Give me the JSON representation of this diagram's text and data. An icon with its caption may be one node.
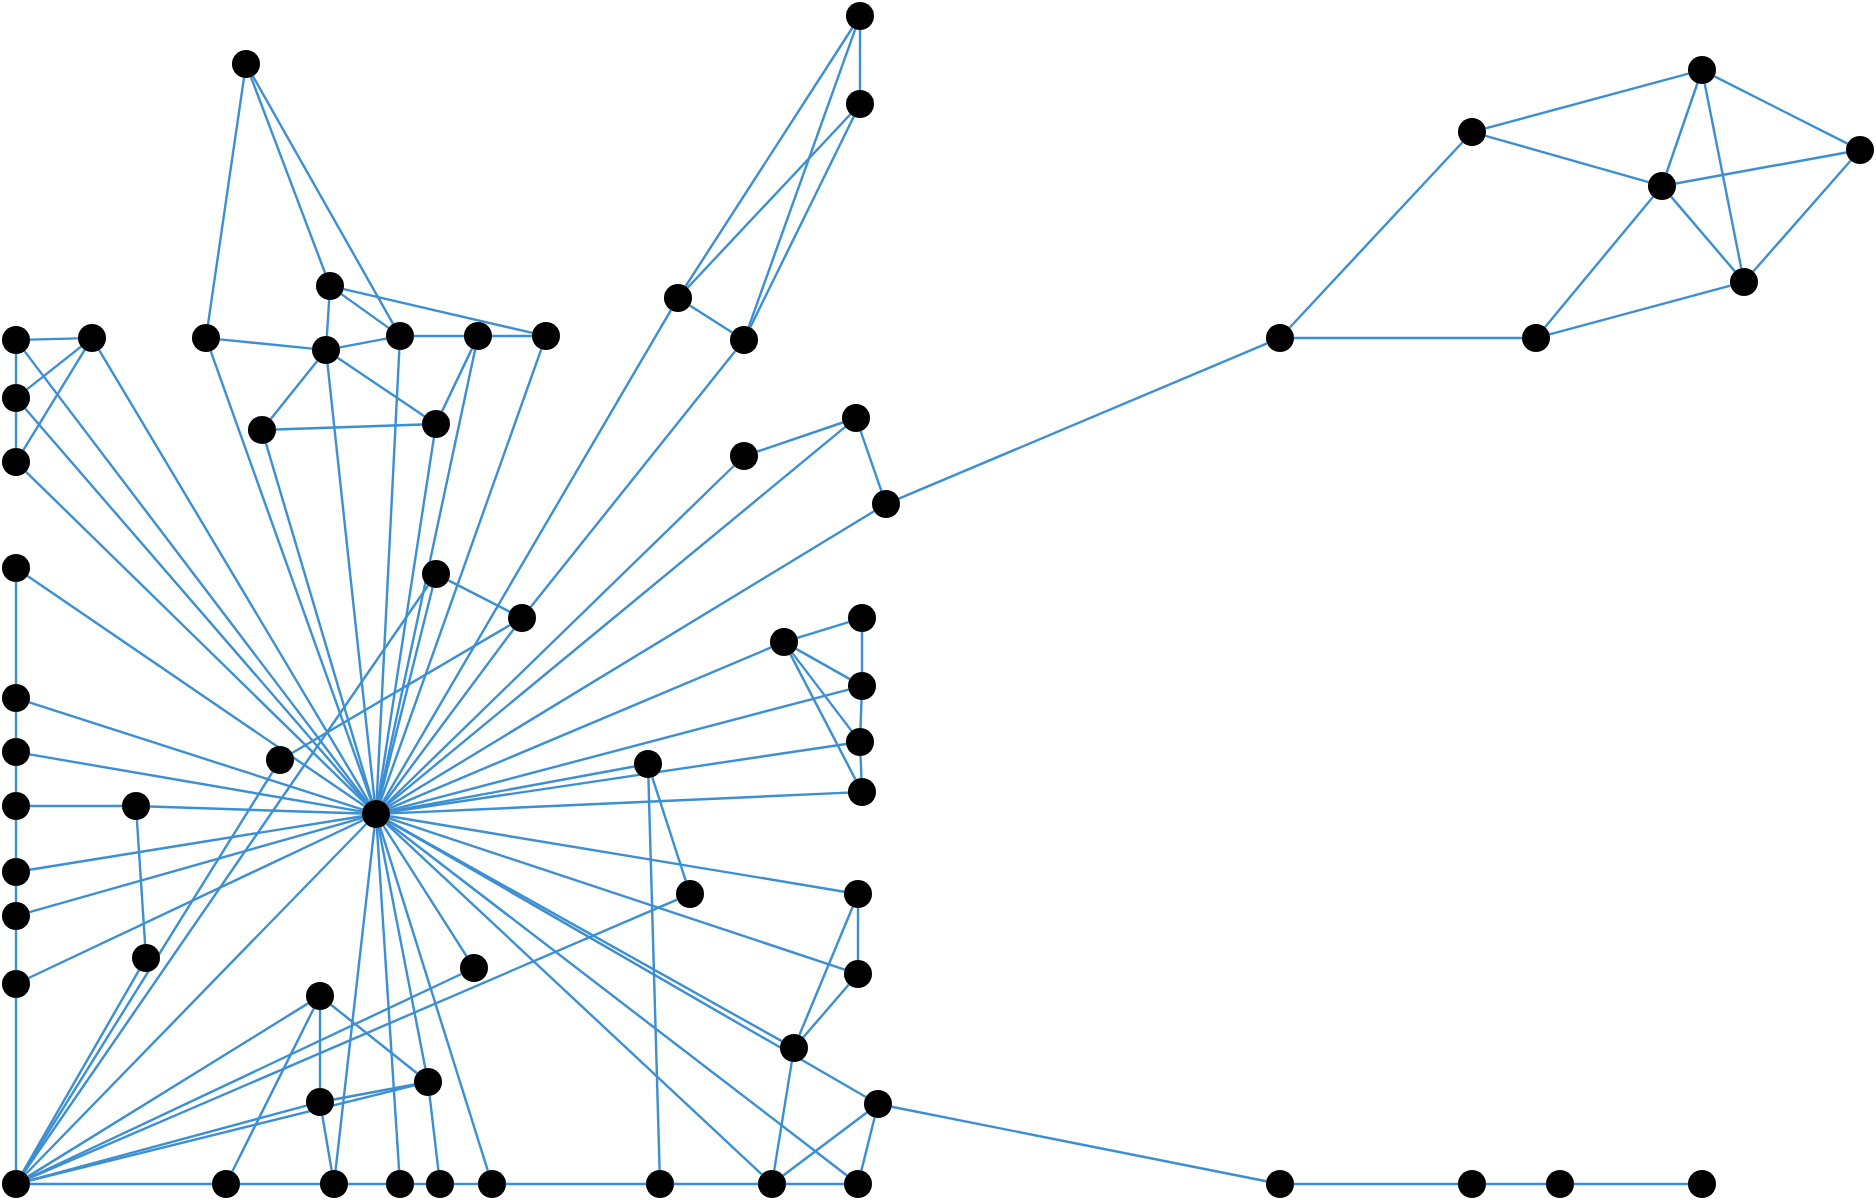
{
  "diagram": {
    "nodes": [
      {
        "text": [],
        "shape": "circle"
      },
      {
        "text": [],
        "shape": "circle"
      },
      {
        "text": [],
        "shape": "circle"
      },
      {
        "text": [],
        "shape": "circle"
      },
      {
        "text": [],
        "shape": "circle"
      },
      {
        "text": [],
        "shape": "circle"
      },
      {
        "text": [],
        "shape": "circle"
      },
      {
        "text": [],
        "shape": "circle"
      },
      {
        "text": [],
        "shape": "circle"
      },
      {
        "text": [],
        "shape": "circle"
      },
      {
        "text": [],
        "shape": "circle"
      },
      {
        "text": [],
        "shape": "circle"
      },
      {
        "text": [],
        "shape": "circle"
      },
      {
        "text": [],
        "shape": "circle"
      },
      {
        "text": [],
        "shape": "circle"
      },
      {
        "text": [],
        "shape": "circle"
      },
      {
        "text": [],
        "shape": "circle"
      },
      {
        "text": [],
        "shape": "circle"
      },
      {
        "text": [],
        "shape": "circle"
      },
      {
        "text": [],
        "shape": "circle"
      },
      {
        "text": [],
        "shape": "circle"
      },
      {
        "text": [],
        "shape": "circle"
      },
      {
        "text": [],
        "shape": "circle"
      },
      {
        "text": [],
        "shape": "circle"
      },
      {
        "text": [],
        "shape": "circle"
      },
      {
        "text": [],
        "shape": "circle"
      },
      {
        "text": [],
        "shape": "circle"
      },
      {
        "text": [],
        "shape": "circle"
      },
      {
        "text": [],
        "shape": "circle"
      },
      {
        "text": [],
        "shape": "circle"
      },
      {
        "text": [],
        "shape": "circle"
      },
      {
        "text": [],
        "shape": "circle"
      },
      {
        "text": [],
        "shape": "circle"
      },
      {
        "text": [],
        "shape": "circle"
      },
      {
        "text": [],
        "shape": "circle"
      },
      {
        "text": [],
        "shape": "circle"
      },
      {
        "text": [],
        "shape": "circle"
      },
      {
        "text": [],
        "shape": "circle"
      },
      {
        "text": [],
        "shape": "circle"
      },
      {
        "text": [],
        "shape": "circle"
      },
      {
        "text": [],
        "shape": "circle"
      },
      {
        "text": [],
        "shape": "circle"
      },
      {
        "text": [],
        "shape": "circle"
      },
      {
        "text": [],
        "shape": "circle"
      },
      {
        "text": [],
        "shape": "circle"
      },
      {
        "text": [],
        "shape": "circle"
      },
      {
        "text": [],
        "shape": "circle"
      },
      {
        "text": [],
        "shape": "circle"
      },
      {
        "text": [],
        "shape": "circle"
      },
      {
        "text": [],
        "shape": "circle"
      },
      {
        "text": [],
        "shape": "circle"
      },
      {
        "text": [],
        "shape": "circle"
      },
      {
        "text": [],
        "shape": "circle"
      },
      {
        "text": [],
        "shape": "circle"
      },
      {
        "text": [],
        "shape": "circle"
      },
      {
        "text": [],
        "shape": "circle"
      },
      {
        "text": [],
        "shape": "circle"
      },
      {
        "text": [],
        "shape": "circle"
      },
      {
        "text": [],
        "shape": "circle"
      },
      {
        "text": [],
        "shape": "circle"
      },
      {
        "text": [],
        "shape": "circle"
      },
      {
        "text": [],
        "shape": "circle"
      },
      {
        "text": [],
        "shape": "circle"
      },
      {
        "text": [],
        "shape": "circle"
      },
      {
        "text": [],
        "shape": "circle"
      },
      {
        "text": [],
        "shape": "circle"
      },
      {
        "text": [],
        "shape": "circle"
      },
      {
        "text": [],
        "shape": "circle"
      }
    ],
    "edges": [
      {
        "from": 17,
        "to": 4,
        "arrow": "none"
      },
      {
        "from": 17,
        "to": 18,
        "arrow": "none"
      },
      {
        "from": 17,
        "to": 26,
        "arrow": "none"
      },
      {
        "from": 4,
        "to": 2,
        "arrow": "none"
      },
      {
        "from": 4,
        "to": 6,
        "arrow": "none"
      },
      {
        "from": 2,
        "to": 6,
        "arrow": "none"
      },
      {
        "from": 2,
        "to": 7,
        "arrow": "none"
      },
      {
        "from": 2,
        "to": 5,
        "arrow": "none"
      },
      {
        "from": 6,
        "to": 5,
        "arrow": "none"
      },
      {
        "from": 6,
        "to": 7,
        "arrow": "none"
      },
      {
        "from": 6,
        "to": 18,
        "arrow": "none"
      },
      {
        "from": 5,
        "to": 7,
        "arrow": "none"
      },
      {
        "from": 7,
        "to": 18,
        "arrow": "none"
      },
      {
        "from": 0,
        "to": 3,
        "arrow": "none"
      },
      {
        "from": 0,
        "to": 9,
        "arrow": "none"
      },
      {
        "from": 0,
        "to": 16,
        "arrow": "none"
      },
      {
        "from": 3,
        "to": 9,
        "arrow": "none"
      },
      {
        "from": 3,
        "to": 16,
        "arrow": "none"
      },
      {
        "from": 9,
        "to": 16,
        "arrow": "none"
      },
      {
        "from": 9,
        "to": 41,
        "arrow": "none"
      },
      {
        "from": 16,
        "to": 30,
        "arrow": "none"
      },
      {
        "from": 24,
        "to": 21,
        "arrow": "none"
      },
      {
        "from": 21,
        "to": 26,
        "arrow": "none"
      },
      {
        "from": 24,
        "to": 41,
        "arrow": "none"
      },
      {
        "from": 21,
        "to": 41,
        "arrow": "none"
      },
      {
        "from": 26,
        "to": 41,
        "arrow": "none"
      },
      {
        "from": 1,
        "to": 12,
        "arrow": "none"
      },
      {
        "from": 1,
        "to": 8,
        "arrow": "none"
      },
      {
        "from": 1,
        "to": 13,
        "arrow": "none"
      },
      {
        "from": 8,
        "to": 19,
        "arrow": "none"
      },
      {
        "from": 8,
        "to": 13,
        "arrow": "none"
      },
      {
        "from": 8,
        "to": 15,
        "arrow": "none"
      },
      {
        "from": 12,
        "to": 19,
        "arrow": "none"
      },
      {
        "from": 19,
        "to": 13,
        "arrow": "none"
      },
      {
        "from": 13,
        "to": 14,
        "arrow": "none"
      },
      {
        "from": 14,
        "to": 15,
        "arrow": "none"
      },
      {
        "from": 19,
        "to": 23,
        "arrow": "none"
      },
      {
        "from": 19,
        "to": 22,
        "arrow": "none"
      },
      {
        "from": 23,
        "to": 22,
        "arrow": "none"
      },
      {
        "from": 14,
        "to": 22,
        "arrow": "none"
      },
      {
        "from": 12,
        "to": 41,
        "arrow": "none"
      },
      {
        "from": 19,
        "to": 41,
        "arrow": "none"
      },
      {
        "from": 13,
        "to": 41,
        "arrow": "none"
      },
      {
        "from": 14,
        "to": 41,
        "arrow": "none"
      },
      {
        "from": 15,
        "to": 41,
        "arrow": "none"
      },
      {
        "from": 22,
        "to": 41,
        "arrow": "none"
      },
      {
        "from": 23,
        "to": 41,
        "arrow": "none"
      },
      {
        "from": 10,
        "to": 11,
        "arrow": "none"
      },
      {
        "from": 10,
        "to": 20,
        "arrow": "none"
      },
      {
        "from": 20,
        "to": 25,
        "arrow": "none"
      },
      {
        "from": 11,
        "to": 20,
        "arrow": "none"
      },
      {
        "from": 11,
        "to": 25,
        "arrow": "none"
      },
      {
        "from": 10,
        "to": 41,
        "arrow": "none"
      },
      {
        "from": 20,
        "to": 41,
        "arrow": "none"
      },
      {
        "from": 25,
        "to": 41,
        "arrow": "none"
      },
      {
        "from": 11,
        "to": 41,
        "arrow": "none"
      },
      {
        "from": 27,
        "to": 33,
        "arrow": "none"
      },
      {
        "from": 27,
        "to": 41,
        "arrow": "none"
      },
      {
        "from": 33,
        "to": 41,
        "arrow": "none"
      },
      {
        "from": 35,
        "to": 41,
        "arrow": "none"
      },
      {
        "from": 39,
        "to": 40,
        "arrow": "none"
      },
      {
        "from": 40,
        "to": 41,
        "arrow": "none"
      },
      {
        "from": 42,
        "to": 41,
        "arrow": "none"
      },
      {
        "from": 45,
        "to": 41,
        "arrow": "none"
      },
      {
        "from": 49,
        "to": 41,
        "arrow": "none"
      },
      {
        "from": 40,
        "to": 46,
        "arrow": "none"
      },
      {
        "from": 46,
        "to": 55,
        "arrow": "none"
      },
      {
        "from": 36,
        "to": 55,
        "arrow": "none"
      },
      {
        "from": 28,
        "to": 30,
        "arrow": "none"
      },
      {
        "from": 28,
        "to": 55,
        "arrow": "none"
      },
      {
        "from": 28,
        "to": 41,
        "arrow": "none"
      },
      {
        "from": 55,
        "to": 41,
        "arrow": "none"
      },
      {
        "from": 55,
        "to": 50,
        "arrow": "none"
      },
      {
        "from": 55,
        "to": 52,
        "arrow": "none"
      },
      {
        "from": 55,
        "to": 53,
        "arrow": "none"
      },
      {
        "from": 55,
        "to": 47,
        "arrow": "none"
      },
      {
        "from": 55,
        "to": 43,
        "arrow": "none"
      },
      {
        "from": 55,
        "to": 56,
        "arrow": "none"
      },
      {
        "from": 56,
        "to": 57,
        "arrow": "none"
      },
      {
        "from": 57,
        "to": 58,
        "arrow": "none"
      },
      {
        "from": 58,
        "to": 59,
        "arrow": "none"
      },
      {
        "from": 59,
        "to": 60,
        "arrow": "none"
      },
      {
        "from": 60,
        "to": 61,
        "arrow": "none"
      },
      {
        "from": 61,
        "to": 62,
        "arrow": "none"
      },
      {
        "from": 62,
        "to": 63,
        "arrow": "none"
      },
      {
        "from": 50,
        "to": 53,
        "arrow": "none"
      },
      {
        "from": 50,
        "to": 52,
        "arrow": "none"
      },
      {
        "from": 53,
        "to": 52,
        "arrow": "none"
      },
      {
        "from": 50,
        "to": 56,
        "arrow": "none"
      },
      {
        "from": 53,
        "to": 57,
        "arrow": "none"
      },
      {
        "from": 41,
        "to": 57,
        "arrow": "none"
      },
      {
        "from": 41,
        "to": 58,
        "arrow": "none"
      },
      {
        "from": 41,
        "to": 52,
        "arrow": "none"
      },
      {
        "from": 41,
        "to": 60,
        "arrow": "none"
      },
      {
        "from": 41,
        "to": 62,
        "arrow": "none"
      },
      {
        "from": 41,
        "to": 63,
        "arrow": "none"
      },
      {
        "from": 41,
        "to": 47,
        "arrow": "none"
      },
      {
        "from": 30,
        "to": 36,
        "arrow": "none"
      },
      {
        "from": 37,
        "to": 43,
        "arrow": "none"
      },
      {
        "from": 37,
        "to": 61,
        "arrow": "none"
      },
      {
        "from": 37,
        "to": 41,
        "arrow": "none"
      },
      {
        "from": 31,
        "to": 29,
        "arrow": "none"
      },
      {
        "from": 31,
        "to": 32,
        "arrow": "none"
      },
      {
        "from": 31,
        "to": 34,
        "arrow": "none"
      },
      {
        "from": 31,
        "to": 38,
        "arrow": "none"
      },
      {
        "from": 29,
        "to": 32,
        "arrow": "none"
      },
      {
        "from": 32,
        "to": 34,
        "arrow": "none"
      },
      {
        "from": 34,
        "to": 38,
        "arrow": "none"
      },
      {
        "from": 31,
        "to": 41,
        "arrow": "none"
      },
      {
        "from": 32,
        "to": 41,
        "arrow": "none"
      },
      {
        "from": 34,
        "to": 41,
        "arrow": "none"
      },
      {
        "from": 38,
        "to": 41,
        "arrow": "none"
      },
      {
        "from": 44,
        "to": 48,
        "arrow": "none"
      },
      {
        "from": 44,
        "to": 51,
        "arrow": "none"
      },
      {
        "from": 48,
        "to": 51,
        "arrow": "none"
      },
      {
        "from": 44,
        "to": 41,
        "arrow": "none"
      },
      {
        "from": 48,
        "to": 41,
        "arrow": "none"
      },
      {
        "from": 51,
        "to": 41,
        "arrow": "none"
      },
      {
        "from": 51,
        "to": 62,
        "arrow": "none"
      },
      {
        "from": 54,
        "to": 41,
        "arrow": "none"
      },
      {
        "from": 54,
        "to": 63,
        "arrow": "none"
      },
      {
        "from": 54,
        "to": 62,
        "arrow": "none"
      },
      {
        "from": 54,
        "to": 64,
        "arrow": "none"
      },
      {
        "from": 64,
        "to": 65,
        "arrow": "none"
      },
      {
        "from": 65,
        "to": 66,
        "arrow": "none"
      },
      {
        "from": 66,
        "to": 67,
        "arrow": "none"
      },
      {
        "from": 30,
        "to": 41,
        "arrow": "none"
      },
      {
        "from": 52,
        "to": 59,
        "arrow": "none"
      },
      {
        "from": 33,
        "to": 35,
        "arrow": "none"
      },
      {
        "from": 35,
        "to": 39,
        "arrow": "none"
      },
      {
        "from": 39,
        "to": 42,
        "arrow": "none"
      },
      {
        "from": 42,
        "to": 45,
        "arrow": "none"
      },
      {
        "from": 45,
        "to": 49,
        "arrow": "none"
      },
      {
        "from": 49,
        "to": 55,
        "arrow": "none"
      }
    ]
  }
}
